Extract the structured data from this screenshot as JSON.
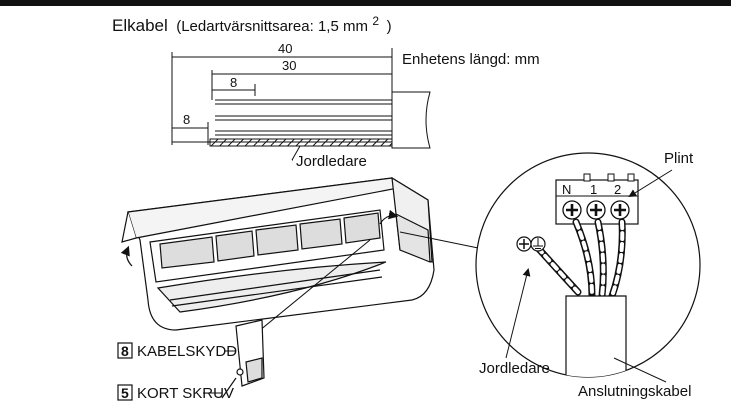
{
  "header": {
    "title_main": "Elkabel",
    "title_paren": "(Ledartvärsnittsarea: 1,5 mm",
    "title_sup": "2",
    "title_close": ")"
  },
  "cable": {
    "dim_40": "40",
    "dim_30": "30",
    "dim_8_top": "8",
    "dim_8_left": "8",
    "unit_label": "Enhetens längd: mm",
    "ground_label": "Jordledare"
  },
  "terminal": {
    "plint_label": "Plint",
    "terminal_N": "N",
    "terminal_1": "1",
    "terminal_2": "2",
    "ground_label": "Jordledare",
    "cable_label": "Anslutningskabel"
  },
  "parts": {
    "cover_num": "8",
    "cover_label": "KABELSKYDD",
    "screw_num": "5",
    "screw_label": "KORT SKRUV"
  }
}
